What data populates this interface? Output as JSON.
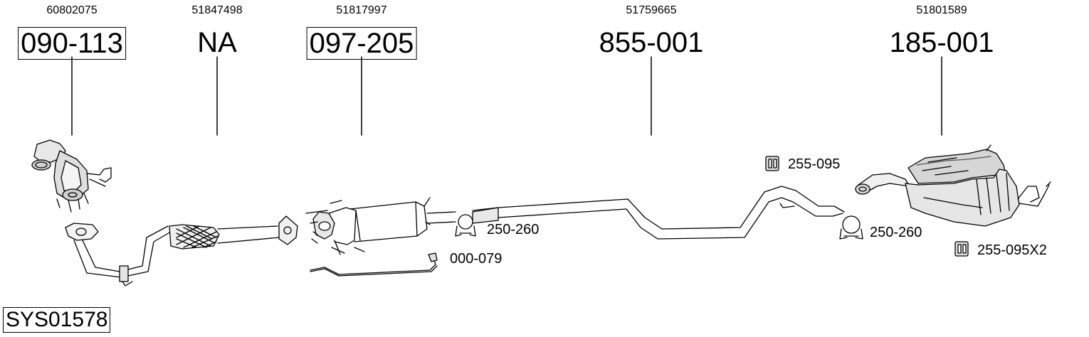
{
  "parts": [
    {
      "oe": "60802075",
      "number": "090-113",
      "boxed": true
    },
    {
      "oe": "51847498",
      "number": "NA",
      "boxed": false
    },
    {
      "oe": "51817997",
      "number": "097-205",
      "boxed": true
    },
    {
      "oe": "51759665",
      "number": "855-001",
      "boxed": false
    },
    {
      "oe": "51801589",
      "number": "185-001",
      "boxed": false
    }
  ],
  "accessories": [
    {
      "label": "250-260"
    },
    {
      "label": "000-079"
    },
    {
      "label": "255-095"
    },
    {
      "label": "250-260"
    },
    {
      "label": "255-095X2"
    }
  ],
  "system_code": "SYS01578"
}
